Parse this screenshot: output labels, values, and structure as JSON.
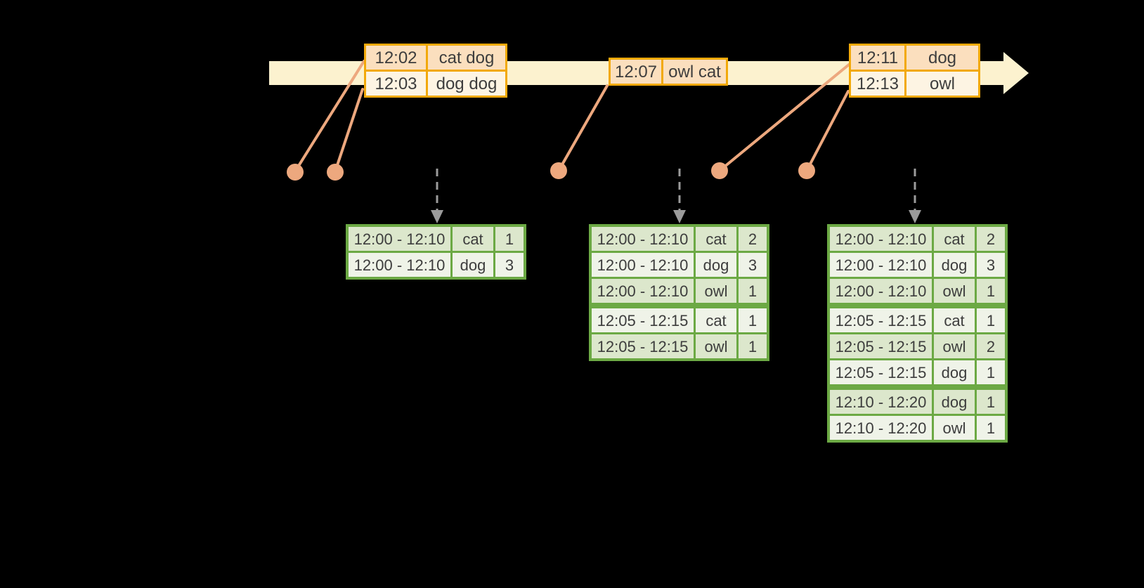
{
  "diagram": {
    "description": "windowed-streaming-word-counts",
    "timeline": {
      "element": "time-arrow"
    },
    "event_tables": [
      {
        "id": "events-1202-1203",
        "rows": [
          [
            "12:02",
            "cat dog"
          ],
          [
            "12:03",
            "dog dog"
          ]
        ]
      },
      {
        "id": "events-1207",
        "rows": [
          [
            "12:07",
            "owl cat"
          ]
        ]
      },
      {
        "id": "events-1211-1213",
        "rows": [
          [
            "12:11",
            "dog"
          ],
          [
            "12:13",
            "owl"
          ]
        ]
      }
    ],
    "result_tables": [
      {
        "id": "result-after-trigger-1",
        "rows": [
          [
            "12:00 - 12:10",
            "cat",
            "1"
          ],
          [
            "12:00 - 12:10",
            "dog",
            "3"
          ]
        ]
      },
      {
        "id": "result-after-trigger-2",
        "rows": [
          [
            "12:00 - 12:10",
            "cat",
            "2"
          ],
          [
            "12:00 - 12:10",
            "dog",
            "3"
          ],
          [
            "12:00 - 12:10",
            "owl",
            "1"
          ],
          [
            "12:05 - 12:15",
            "cat",
            "1"
          ],
          [
            "12:05 - 12:15",
            "owl",
            "1"
          ]
        ]
      },
      {
        "id": "result-after-trigger-3",
        "rows": [
          [
            "12:00 - 12:10",
            "cat",
            "2"
          ],
          [
            "12:00 - 12:10",
            "dog",
            "3"
          ],
          [
            "12:00 - 12:10",
            "owl",
            "1"
          ],
          [
            "12:05 - 12:15",
            "cat",
            "1"
          ],
          [
            "12:05 - 12:15",
            "owl",
            "2"
          ],
          [
            "12:05 - 12:15",
            "dog",
            "1"
          ],
          [
            "12:10 - 12:20",
            "dog",
            "1"
          ],
          [
            "12:10 - 12:20",
            "owl",
            "1"
          ]
        ]
      }
    ],
    "colors": {
      "background": "#000000",
      "timeline_fill": "#FCF2CF",
      "event_table_border": "#F2A90A",
      "event_row_peach": "#FBDFBE",
      "event_row_cream": "#FDF4E3",
      "event_marker": "#EDA87E",
      "trigger_arrow": "#9B9B9B",
      "result_table_border": "#6CA944",
      "result_row_green": "#DCE7CC",
      "result_row_white": "#EFF3E8",
      "text": "#3D3D3D"
    }
  }
}
